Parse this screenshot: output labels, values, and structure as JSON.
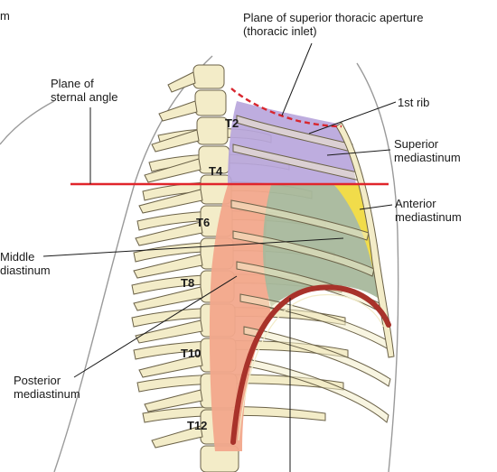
{
  "labels": {
    "top_left_fragment": "m",
    "aperture_line1": "Plane of superior thoracic aperture",
    "aperture_line2": "(thoracic inlet)",
    "sternal_line1": "Plane of",
    "sternal_line2": "sternal angle",
    "first_rib": "1st rib",
    "superior_line1": "Superior",
    "superior_line2": "mediastinum",
    "anterior_line1": "Anterior",
    "anterior_line2": "mediastinum",
    "middle_line1": "Middle",
    "middle_line2": "diastinum",
    "posterior_line1": "Posterior",
    "posterior_line2": "mediastinum"
  },
  "vertebrae": {
    "t2": "T2",
    "t4": "T4",
    "t6": "T6",
    "t8": "T8",
    "t10": "T10",
    "t12": "T12"
  },
  "colors": {
    "bone": "#f3ecc8",
    "bone_outline": "#6b6248",
    "superior": "#b9a6dc",
    "anterior": "#f1dc4a",
    "middle": "#a8b89c",
    "posterior": "#f2a88c",
    "diaphragm": "#a8322a",
    "sternal_plane": "#e0252b",
    "inlet_plane": "#d8262e",
    "body_outline": "#9a9a9a"
  }
}
